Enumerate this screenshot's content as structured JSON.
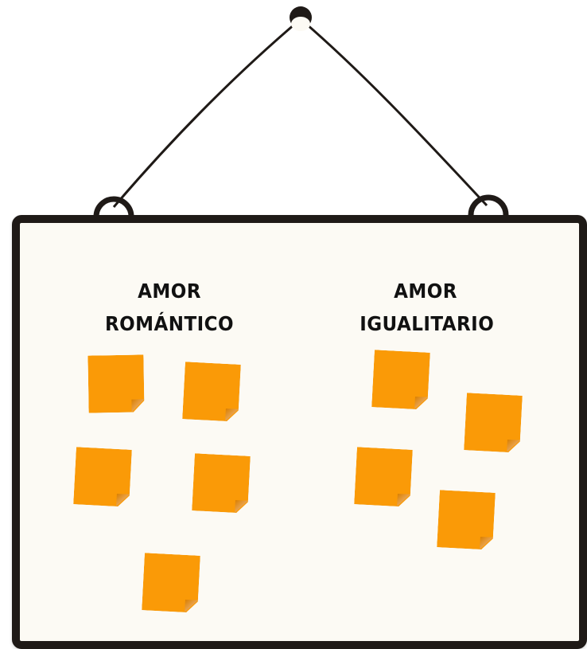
{
  "colors": {
    "board_background": "#fcfaf4",
    "board_border": "#1f1a17",
    "sticky_note": "#fa9a07",
    "text": "#111111"
  },
  "columns": [
    {
      "title_lines": [
        "AMOR",
        "ROMÁNTICO"
      ],
      "note_count": 5
    },
    {
      "title_lines": [
        "AMOR",
        "IGUALITARIO"
      ],
      "note_count": 4
    }
  ]
}
